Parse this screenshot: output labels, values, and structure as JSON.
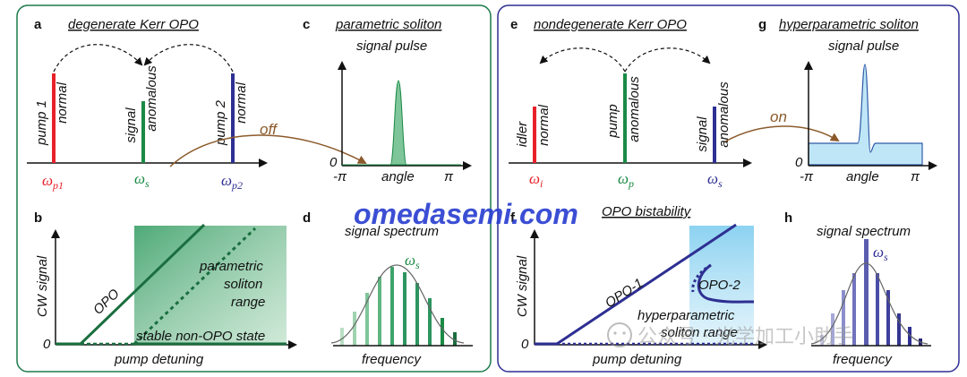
{
  "panels": {
    "a": {
      "letter": "a",
      "title": "degenerate Kerr OPO",
      "pump1": "pump 1",
      "pump1_type": "normal",
      "signal": "signal",
      "signal_type": "anomalous",
      "pump2": "pump 2",
      "pump2_type": "normal",
      "omega_p1": "ω",
      "omega_p1_sub": "p1",
      "omega_s": "ω",
      "omega_s_sub": "s",
      "omega_p2": "ω",
      "omega_p2_sub": "p2",
      "arrow_label": "off"
    },
    "b": {
      "letter": "b",
      "ylabel": "CW signal",
      "xlabel": "pump detuning",
      "zero": "0",
      "line_label": "OPO",
      "range_label_1": "parametric",
      "range_label_2": "soliton",
      "range_label_3": "range",
      "state_label": "stable non-OPO state"
    },
    "c": {
      "letter": "c",
      "title": "parametric soliton",
      "subtitle": "signal pulse",
      "zero": "0",
      "x_min": "-π",
      "x_label": "angle",
      "x_max": "π"
    },
    "d": {
      "letter": "d",
      "title": "signal spectrum",
      "peak": "ω",
      "peak_sub": "s",
      "xlabel": "frequency"
    },
    "e": {
      "letter": "e",
      "title": "nondegenerate Kerr OPO",
      "idler": "idler",
      "idler_type": "normal",
      "pump": "pump",
      "pump_type": "anomalous",
      "signal": "signal",
      "signal_type": "anomalous",
      "omega_i": "ω",
      "omega_i_sub": "i",
      "omega_p": "ω",
      "omega_p_sub": "p",
      "omega_s": "ω",
      "omega_s_sub": "s",
      "arrow_label": "on"
    },
    "f": {
      "letter": "f",
      "title": "OPO bistability",
      "ylabel": "CW signal",
      "xlabel": "pump detuning",
      "zero": "0",
      "opo1": "OPO-1",
      "opo2": "OPO-2",
      "range_1": "hyperparametric",
      "range_2": "soliton range"
    },
    "g": {
      "letter": "g",
      "title": "hyperparametric soliton",
      "subtitle": "signal pulse",
      "zero": "0",
      "x_min": "-π",
      "x_label": "angle",
      "x_max": "π"
    },
    "h": {
      "letter": "h",
      "title": "signal spectrum",
      "peak": "ω",
      "peak_sub": "s",
      "xlabel": "frequency"
    }
  },
  "watermarks": {
    "site": "omedasemi.com",
    "wechat": "公众号 · 光学加工小助手"
  },
  "colors": {
    "red": "#e8202a",
    "green": "#1a8a45",
    "blue": "#2e2f92",
    "brown": "#8b5a2b",
    "light_blue": "#bfe6f6",
    "left_frame": "#1d7a4a",
    "right_frame": "#2e2f92",
    "watermark": "#2b3fd1"
  }
}
